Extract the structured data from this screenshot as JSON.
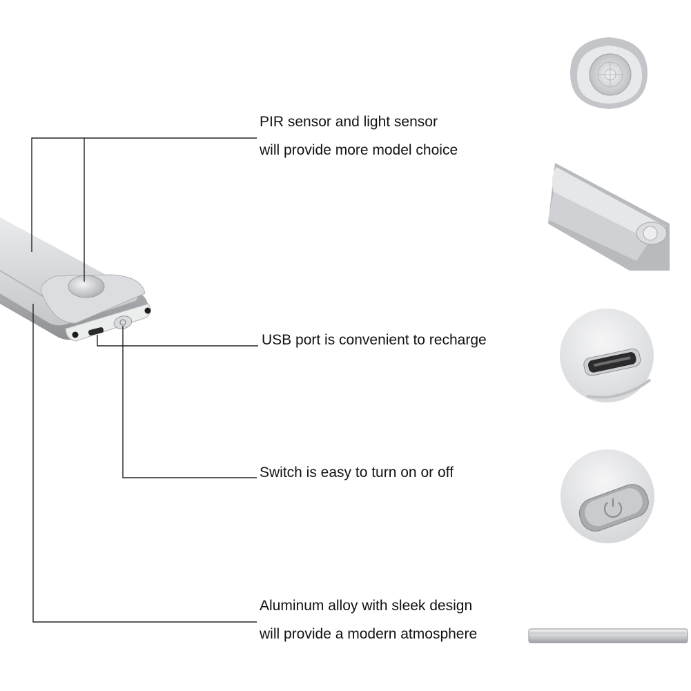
{
  "callouts": [
    {
      "id": "pir",
      "lines": [
        "PIR sensor and light sensor",
        "will provide more model choice"
      ]
    },
    {
      "id": "usb",
      "lines": [
        "USB port is convenient to recharge"
      ]
    },
    {
      "id": "switch",
      "lines": [
        "Switch is easy to turn on or off"
      ]
    },
    {
      "id": "alloy",
      "lines": [
        "Aluminum alloy with sleek design",
        "will provide a modern atmosphere"
      ]
    }
  ],
  "colors": {
    "line": "#222222",
    "aluminum": "#c9cacc",
    "aluminum_light": "#e4e5e7",
    "aluminum_dark": "#8f9194",
    "lens": "#d8d8da"
  },
  "icons": [
    "pir-sensor-detail-image",
    "bar-end-detail-image",
    "usb-port-detail-image",
    "power-switch-detail-image",
    "full-bar-detail-image"
  ]
}
